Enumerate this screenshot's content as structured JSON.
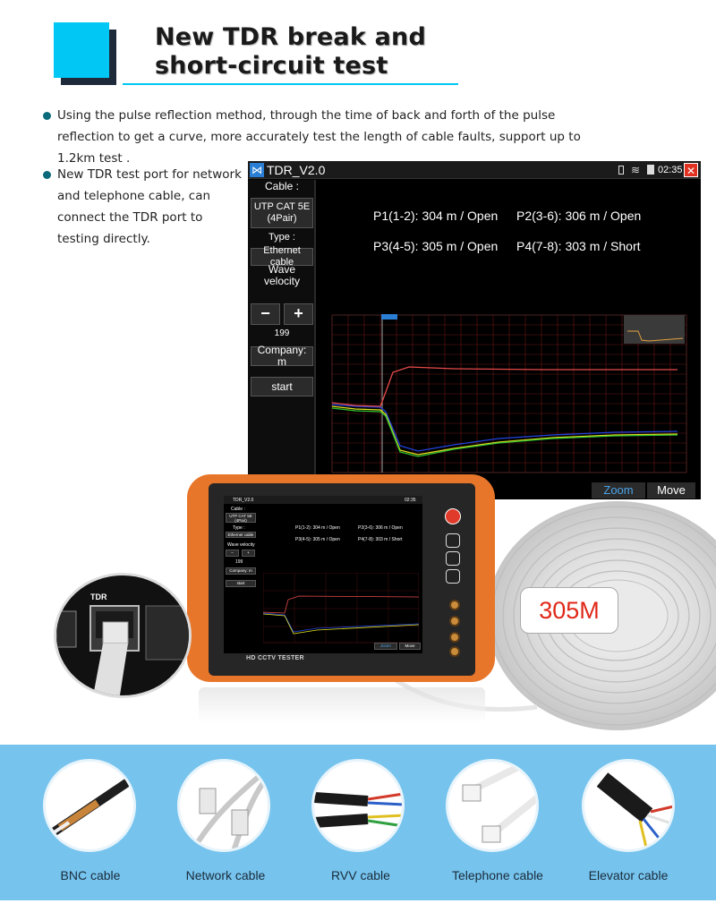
{
  "header": {
    "title_line1": "New TDR break and",
    "title_line2": "short-circuit test"
  },
  "bullets": [
    {
      "text": "Using the pulse reflection method, through the time of back and forth of the pulse reflection to get a curve, more accurately test the length of cable faults, support up to 1.2km test ."
    },
    {
      "text": "New TDR test port for network and telephone cable, can connect the TDR port to testing directly."
    }
  ],
  "screen": {
    "app_title": "TDR_V2.0",
    "time": "02:35",
    "side": {
      "cable_label": "Cable :",
      "cable_value": "UTP CAT 5E (4Pair)",
      "type_label": "Type :",
      "type_value": "Ethernet cable",
      "wave_label": "Wave velocity",
      "minus": "−",
      "plus": "+",
      "velocity": "199",
      "company": "Company: m",
      "start": "start"
    },
    "results": [
      {
        "label": "P1(1-2): 304 m /  Open"
      },
      {
        "label": "P2(3-6): 306 m /  Open"
      },
      {
        "label": "P3(4-5): 305 m /  Open"
      },
      {
        "label": "P4(7-8): 303 m /  Short"
      }
    ],
    "zoom": "Zoom",
    "move": "Move"
  },
  "device": {
    "label": "HD CCTV TESTER"
  },
  "inset": {
    "label": "TDR"
  },
  "badge": {
    "length": "305M"
  },
  "cables": [
    {
      "label": "BNC cable"
    },
    {
      "label": "Network cable"
    },
    {
      "label": "RVV cable"
    },
    {
      "label": "Telephone cable"
    },
    {
      "label": "Elevator cable"
    }
  ],
  "colors": {
    "accent": "#00c7f3",
    "device_orange": "#e8762a",
    "band": "#76c4ee",
    "badge_red": "#e02818"
  }
}
